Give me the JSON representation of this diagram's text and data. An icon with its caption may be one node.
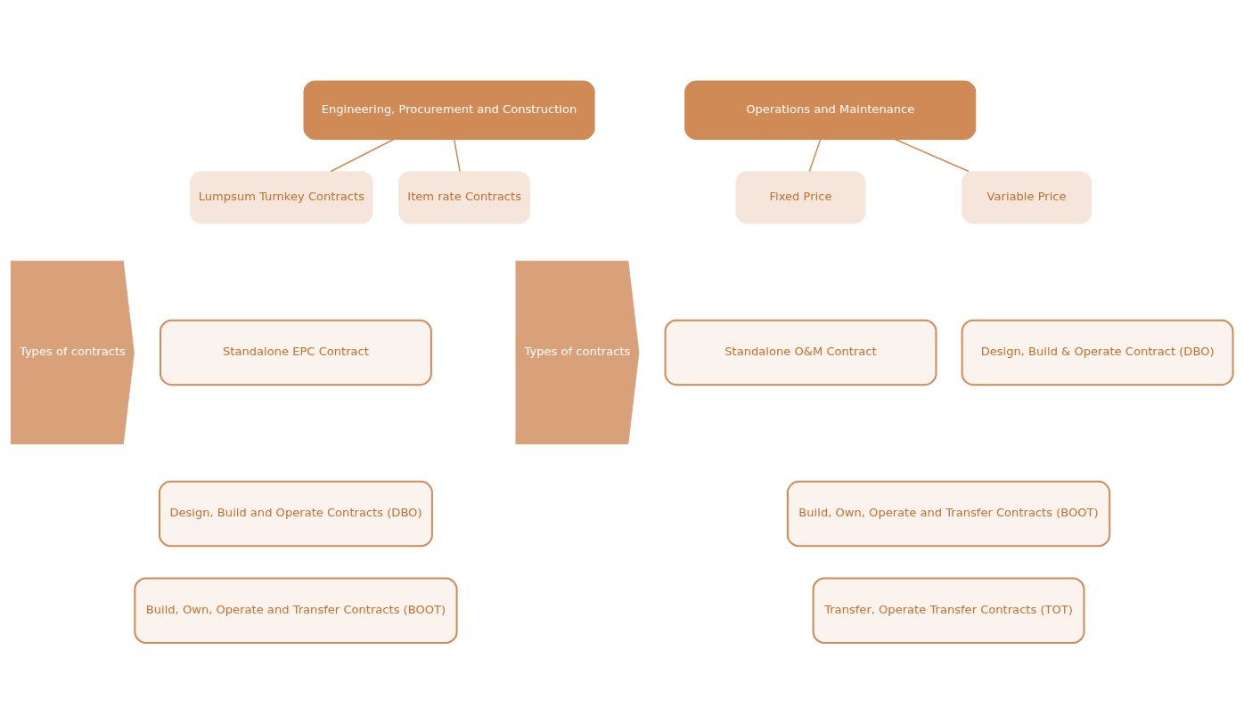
{
  "diagram": {
    "nodes": [
      {
        "text": [
          "Engineering, Procurement and Construction"
        ]
      },
      {
        "text": [
          "Lumpsum Turnkey Contracts"
        ]
      },
      {
        "text": [
          "Item rate Contracts"
        ]
      },
      {
        "text": [
          "Types of contracts"
        ]
      },
      {
        "text": [
          "Standalone EPC Contract"
        ]
      },
      {
        "text": [
          "Design, Build and Operate Contracts (DBO)"
        ]
      },
      {
        "text": [
          "Build, Own, Operate and Transfer Contracts (BOOT)"
        ]
      },
      {
        "text": [
          "Operations and Maintenance"
        ]
      },
      {
        "text": [
          "Fixed Price"
        ]
      },
      {
        "text": [
          "Variable Price"
        ]
      },
      {
        "text": [
          "Types of contracts"
        ]
      },
      {
        "text": [
          "Standalone O&M Contract"
        ]
      },
      {
        "text": [
          "Design, Build & Operate Contract (DBO)"
        ]
      },
      {
        "text": [
          "Build, Own, Operate and Transfer Contracts (BOOT)"
        ]
      },
      {
        "text": [
          "Transfer, Operate Transfer Contracts (TOT)"
        ]
      }
    ],
    "edges": [
      {
        "from": 0,
        "to": 1,
        "arrow": "none"
      },
      {
        "from": 0,
        "to": 2,
        "arrow": "none"
      },
      {
        "from": 7,
        "to": 8,
        "arrow": "none"
      },
      {
        "from": 7,
        "to": 9,
        "arrow": "none"
      }
    ]
  }
}
